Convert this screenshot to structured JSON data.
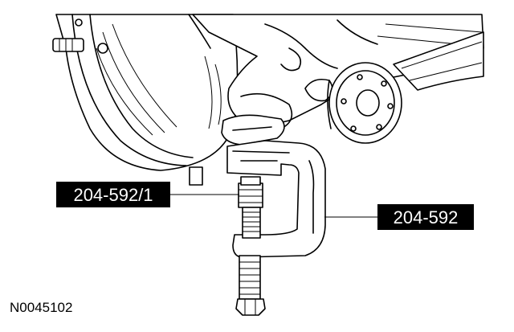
{
  "diagram": {
    "figure_id": "N0045102",
    "callouts": [
      {
        "id": "tool-thread",
        "label": "204-592/1"
      },
      {
        "id": "tool-body",
        "label": "204-592"
      }
    ],
    "colors": {
      "line": "#000000",
      "background": "#ffffff",
      "callout_fill": "#000000",
      "callout_text": "#ffffff"
    }
  }
}
